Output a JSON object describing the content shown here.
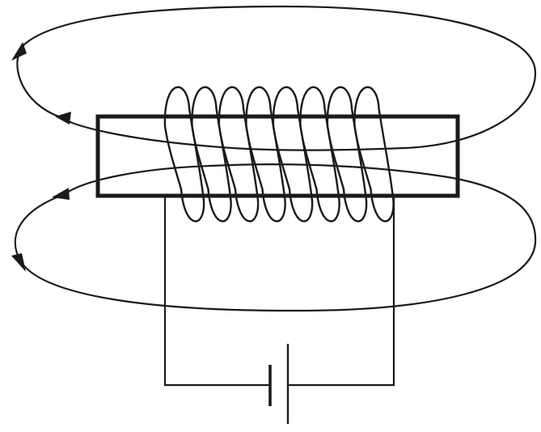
{
  "diagram": {
    "coil_turns": 8,
    "field_loops": 2,
    "battery_cells": 1,
    "colors": {
      "ink": "#1a1a1a",
      "background": "#ffffff"
    },
    "icons": {
      "core": "iron-core-bar",
      "coil": "solenoid-coil",
      "field_line": "magnetic-field-loop",
      "arrow": "direction-arrowhead",
      "battery": "battery-cell"
    }
  }
}
